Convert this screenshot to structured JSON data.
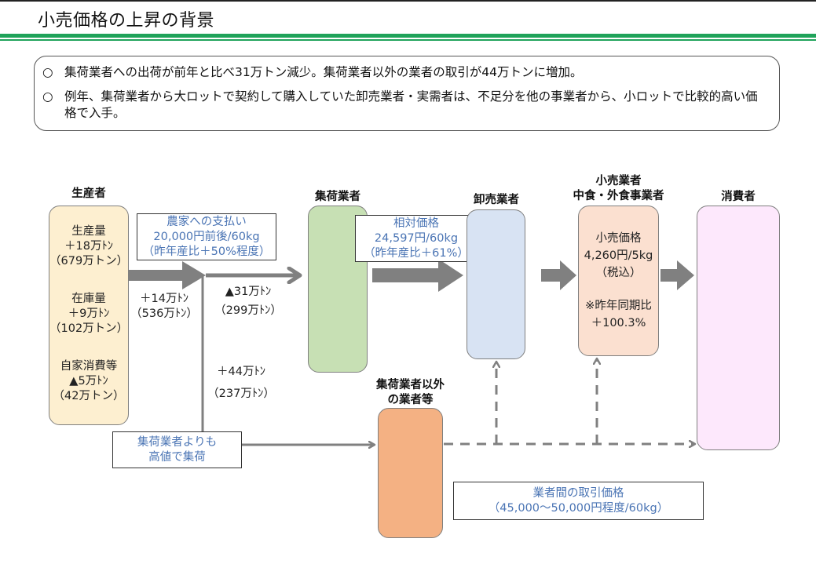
{
  "header": {
    "title": "小売価格の上昇の背景"
  },
  "summary": {
    "items": [
      {
        "bullet": "○",
        "text": "集荷業者への出荷が前年と比べ31万トン減少。集荷業者以外の業者の取引が44万トンに増加。"
      },
      {
        "bullet": "○",
        "text": "例年、集荷業者から大ロットで契約して購入していた卸売業者・実需者は、不足分を他の事業者から、小ロットで比較的高い価格で入手。"
      }
    ]
  },
  "diagram": {
    "nodes": {
      "producer": {
        "label": "生産者",
        "lines": [
          "生産量",
          "＋18万ﾄﾝ",
          "（679万トン）",
          "在庫量",
          "＋9万ﾄﾝ",
          "（102万トン）",
          "自家消費等",
          "▲5万ﾄﾝ",
          "（42万トン）"
        ]
      },
      "collector": {
        "label": "集荷業者"
      },
      "wholesaler": {
        "label": "卸売業者"
      },
      "retailer": {
        "label_line1": "小売業者",
        "label_line2": "中食・外食事業者",
        "lines": [
          "小売価格",
          "4,260円/5kg",
          "（税込）",
          "※昨年同期比",
          "＋100.3%"
        ]
      },
      "consumer": {
        "label": "消費者"
      },
      "other": {
        "label_line1": "集荷業者以外",
        "label_line2": "の業者等"
      }
    },
    "notes": {
      "farmer_payment": [
        "農家への支払い",
        "20,000円前後/60kg",
        "（昨年産比＋50%程度）"
      ],
      "relative_price": [
        "相対価格",
        "24,597円/60kg",
        "（昨年産比＋61%）"
      ],
      "higher_collection": [
        "集荷業者よりも",
        "高値で集荷"
      ],
      "inter_trader_price": [
        "業者間の取引価格",
        "（45,000～50,000円程度/60kg）"
      ]
    },
    "flows": {
      "producer_out": [
        "＋14万ﾄﾝ",
        "（536万ﾄﾝ）"
      ],
      "to_collector": [
        "▲31万ﾄﾝ",
        "（299万ﾄﾝ）"
      ],
      "to_other": [
        "＋44万ﾄﾝ",
        "（237万ﾄﾝ）"
      ]
    },
    "colors": {
      "producer": "#fdefd0",
      "collector": "#c7e0b4",
      "wholesaler": "#d8e3f3",
      "retailer": "#fbe0d0",
      "consumer": "#fde8fc",
      "other": "#f4b183",
      "arrow": "#808080",
      "note_text": "#4a74b4",
      "header_rule": "#1fa35a"
    }
  }
}
